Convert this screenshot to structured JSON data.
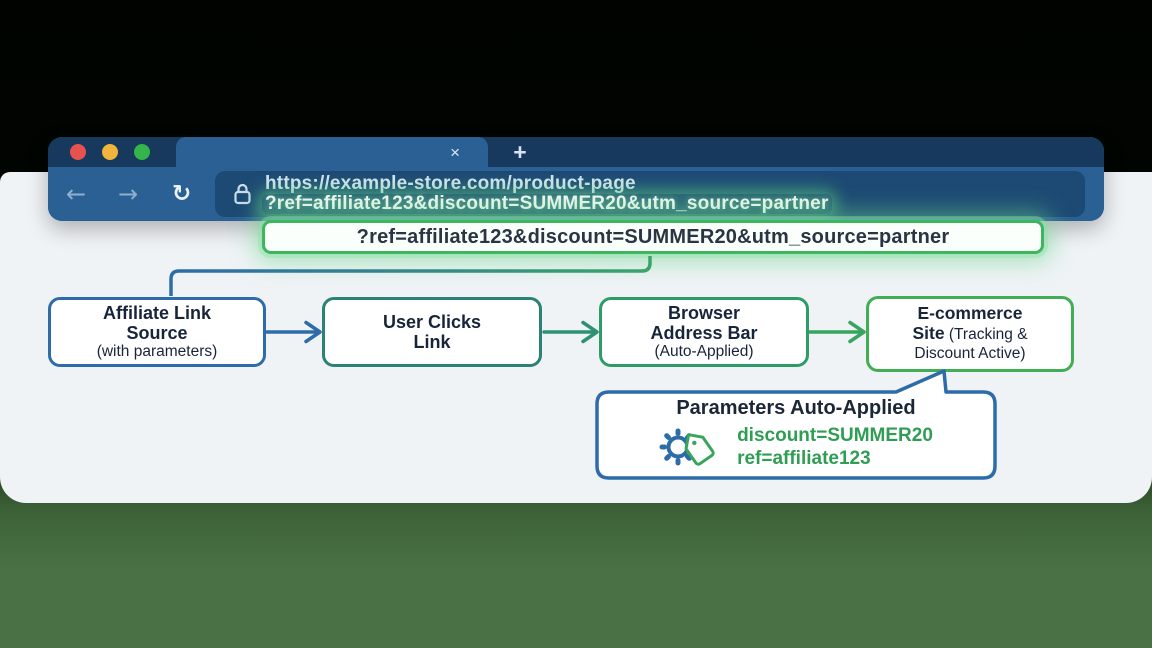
{
  "browser": {
    "traffic_lights": {
      "red": "#e8524e",
      "yellow": "#f2b43c",
      "green": "#34b44a"
    },
    "tab_close_icon": "×",
    "new_tab_icon": "+",
    "back_icon": "←",
    "forward_icon": "→",
    "reload_icon": "↻",
    "url_line1": "https://example-store.com/product-page",
    "url_line2": "?ref=affiliate123&discount=SUMMER20&utm_source=partner"
  },
  "highlight_box": {
    "text": "?ref=affiliate123&discount=SUMMER20&utm_source=partner",
    "border_color": "#3eb55f"
  },
  "flowchart": {
    "boxes": [
      {
        "id": "affiliate-link-source",
        "line1": "Affiliate Link",
        "line2": "Source",
        "line3": "(with parameters)",
        "border_color": "#2d6ca8"
      },
      {
        "id": "user-clicks-link",
        "line1": "User Clicks",
        "line2": "Link",
        "border_color": "#2b8176"
      },
      {
        "id": "browser-address-bar",
        "line1": "Browser",
        "line2": "Address Bar",
        "line3": "(Auto-Applied)",
        "border_color": "#2f9b68"
      },
      {
        "id": "ecommerce-site",
        "line1": "E-commerce",
        "line2_bold": "Site",
        "line2_rest": " (Tracking &",
        "line3": "Discount Active)",
        "border_color": "#41ad55"
      }
    ],
    "arrow_colors": [
      "#2d6ca8",
      "#2e9170",
      "#37a45f"
    ]
  },
  "callout": {
    "title": "Parameters Auto-Applied",
    "params": {
      "line1": "discount=SUMMER20",
      "line2": "ref=affiliate123"
    },
    "icon": "gear-and-price-tag",
    "border_color": "#2d6ca8",
    "param_color": "#2f9e54"
  },
  "background": {
    "top_color": "#000300",
    "bottom_color": "#4a7046",
    "panel_color": "#eff3f6"
  }
}
